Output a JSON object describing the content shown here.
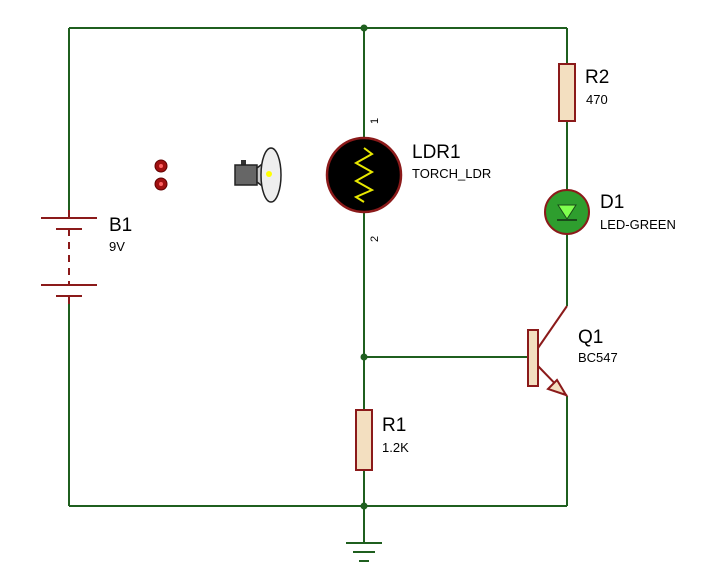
{
  "colors": {
    "background": "#ffffff",
    "wire": "#1f5f1f",
    "component_outline": "#8b1a1a",
    "component_fill": "#f3dfc0",
    "junction": "#1f5f1f",
    "ldr_body": "#000000",
    "ldr_zigzag": "#e8e800",
    "led_fill": "#2e9e2e",
    "led_symbol": "#7fff4f",
    "probe": "#a01010",
    "torch_body": "#555555",
    "torch_lamp": "#eeeeee",
    "torch_bulb": "#ffff00"
  },
  "components": {
    "battery": {
      "ref": "B1",
      "value": "9V"
    },
    "ldr": {
      "ref": "LDR1",
      "value": "TORCH_LDR",
      "pin_top": "1",
      "pin_bottom": "2"
    },
    "resistor_top": {
      "ref": "R2",
      "value": "470"
    },
    "led": {
      "ref": "D1",
      "value": "LED-GREEN"
    },
    "transistor": {
      "ref": "Q1",
      "value": "BC547"
    },
    "resistor_bottom": {
      "ref": "R1",
      "value": "1.2K"
    }
  },
  "icons": {
    "torch": "torch-icon",
    "probe": "probe-icon",
    "ground": "ground-icon"
  }
}
